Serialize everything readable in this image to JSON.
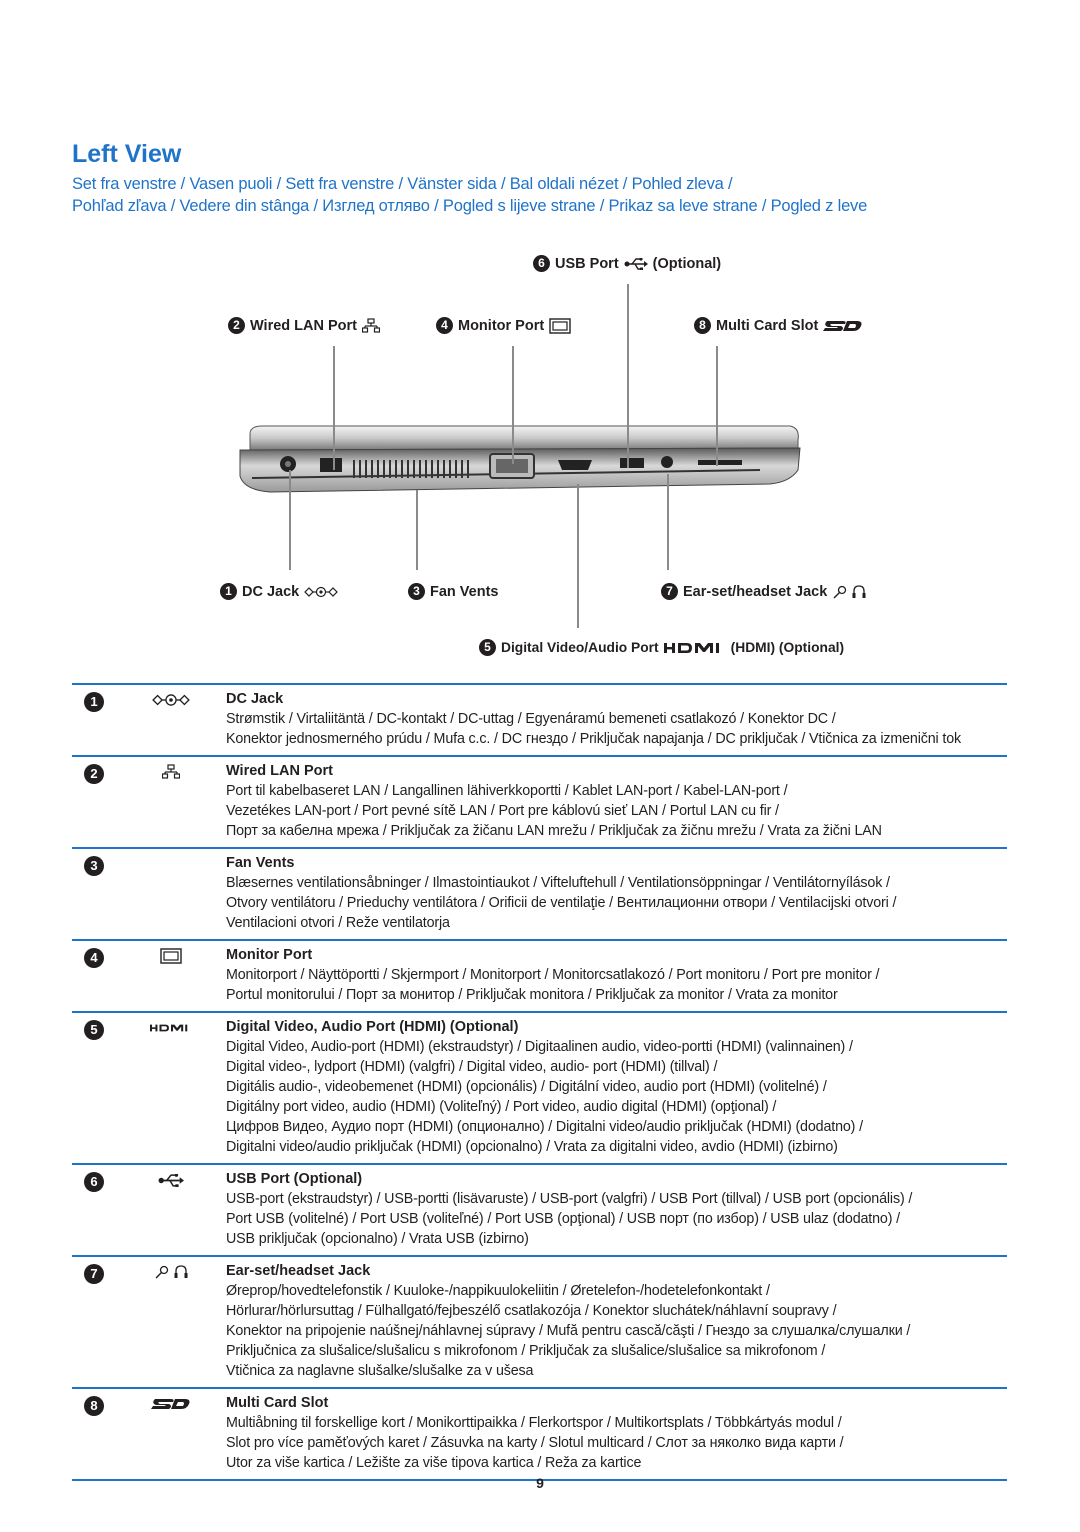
{
  "page": {
    "title": "Left View",
    "subtitle_line1": "Set fra venstre / Vasen puoli / Sett fra venstre / Vänster sida / Bal oldali nézet / Pohled zleva /",
    "subtitle_line2": "Pohľad zľava / Vedere din stânga / Изглед отляво / Pogled s lijeve strane / Prikaz sa leve strane / Pogled z leve",
    "page_number": "9"
  },
  "diagram": {
    "callouts": [
      {
        "num": "6",
        "label": "USB Port",
        "suffix": "(Optional)",
        "icon": "usb-icon"
      },
      {
        "num": "2",
        "label": "Wired LAN Port",
        "suffix": "",
        "icon": "lan-icon"
      },
      {
        "num": "4",
        "label": "Monitor Port",
        "suffix": "",
        "icon": "monitor-icon"
      },
      {
        "num": "8",
        "label": "Multi Card Slot",
        "suffix": "",
        "icon": "sd-card-icon"
      },
      {
        "num": "1",
        "label": "DC Jack",
        "suffix": "",
        "icon": "dc-jack-icon"
      },
      {
        "num": "3",
        "label": "Fan Vents",
        "suffix": "",
        "icon": ""
      },
      {
        "num": "7",
        "label": "Ear-set/headset Jack",
        "suffix": "",
        "icon": "headset-icon"
      },
      {
        "num": "5",
        "label": "Digital Video/Audio Port",
        "suffix": "(HDMI) (Optional)",
        "icon": "hdmi-icon"
      }
    ]
  },
  "rows": [
    {
      "num": "1",
      "icon": "dc-jack-icon",
      "title": "DC Jack",
      "lines": [
        "Strømstik / Virtaliitäntä / DC-kontakt / DC-uttag / Egyenáramú bemeneti csatlakozó / Konektor DC /",
        "Konektor jednosmerného prúdu / Mufa c.c. / DC гнездо / Priključak napajanja / DC priključak / Vtičnica za izmenični tok"
      ]
    },
    {
      "num": "2",
      "icon": "lan-icon",
      "title": "Wired LAN Port",
      "lines": [
        "Port til kabelbaseret LAN / Langallinen lähiverkkoportti / Kablet LAN-port / Kabel-LAN-port /",
        "Vezetékes LAN-port / Port pevné sítě LAN / Port pre káblovú sieť LAN / Portul LAN cu fir /",
        "Порт за кабелна мрежа / Priključak za žičanu LAN mrežu / Priključak za žičnu mrežu / Vrata za žični LAN"
      ]
    },
    {
      "num": "3",
      "icon": "",
      "title": "Fan Vents",
      "lines": [
        "Blæsernes ventilationsåbninger / Ilmastointiaukot / Vifteluftehull / Ventilationsöppningar / Ventilátornyílások /",
        "Otvory ventilátoru / Prieduchy ventilátora / Orificii de ventilaţie / Вентилационни отвори / Ventilacijski otvori /",
        "Ventilacioni otvori / Reže ventilatorja"
      ]
    },
    {
      "num": "4",
      "icon": "monitor-icon",
      "title": "Monitor Port",
      "lines": [
        "Monitorport / Näyttöportti / Skjermport / Monitorport / Monitorcsatlakozó / Port monitoru / Port pre monitor /",
        "Portul monitorului / Порт за монитор / Priključak monitora / Priključak za monitor / Vrata za monitor"
      ]
    },
    {
      "num": "5",
      "icon": "hdmi-icon",
      "title": "Digital Video, Audio Port (HDMI) (Optional)",
      "lines": [
        "Digital Video, Audio-port (HDMI) (ekstraudstyr) / Digitaalinen audio, video-portti (HDMI) (valinnainen) /",
        "Digital video-, lydport (HDMI) (valgfri) / Digital video, audio- port (HDMI) (tillval) /",
        "Digitális audio-, videobemenet (HDMI) (opcionális) / Digitální video, audio port (HDMI) (volitelné) /",
        "Digitálny port video, audio (HDMI) (Voliteľný) / Port video, audio digital (HDMI) (opţional) /",
        "Цифров Видео, Аудио порт (HDMI) (опционално) / Digitalni video/audio priključak (HDMI) (dodatno) /",
        "Digitalni video/audio priključak (HDMI) (opcionalno) / Vrata za digitalni video, avdio (HDMI) (izbirno)"
      ]
    },
    {
      "num": "6",
      "icon": "usb-icon",
      "title": "USB Port (Optional)",
      "lines": [
        "USB-port (ekstraudstyr) / USB-portti (lisävaruste) / USB-port (valgfri) / USB Port (tillval) / USB port (opcionális) /",
        "Port USB (volitelné) / Port USB (voliteľné) / Port USB (opţional) / USB порт (по избор) / USB ulaz (dodatno) /",
        "USB priključak (opcionalno) / Vrata USB (izbirno)"
      ]
    },
    {
      "num": "7",
      "icon": "headset-icon",
      "title": "Ear-set/headset Jack",
      "lines": [
        "Øreprop/hovedtelefonstik / Kuuloke-/nappikuulokeliitin / Øretelefon-/hodetelefonkontakt /",
        "Hörlurar/hörlursuttag / Fülhallgató/fejbeszélő csatlakozója / Konektor sluchátek/náhlavní soupravy /",
        "Konektor na pripojenie naúšnej/náhlavnej súpravy / Mufă pentru cască/căşti / Гнездо за слушалка/слушалки /",
        "Priključnica za slušalice/slušalicu s mikrofonom / Priključak za slušalice/slušalice sa mikrofonom /",
        "Vtičnica za naglavne slušalke/slušalke za v ušesa"
      ]
    },
    {
      "num": "8",
      "icon": "sd-card-icon",
      "title": "Multi Card Slot",
      "lines": [
        "Multiåbning til forskellige kort / Monikorttipaikka / Flerkortspor / Multikortsplats / Többkártyás modul /",
        "Slot pro více paměťových karet / Zásuvka na karty / Slotul multicard / Слот за няколко вида карти /",
        "Utor za više kartica / Ležište za više tipova kartica / Reža za kartice"
      ]
    }
  ]
}
